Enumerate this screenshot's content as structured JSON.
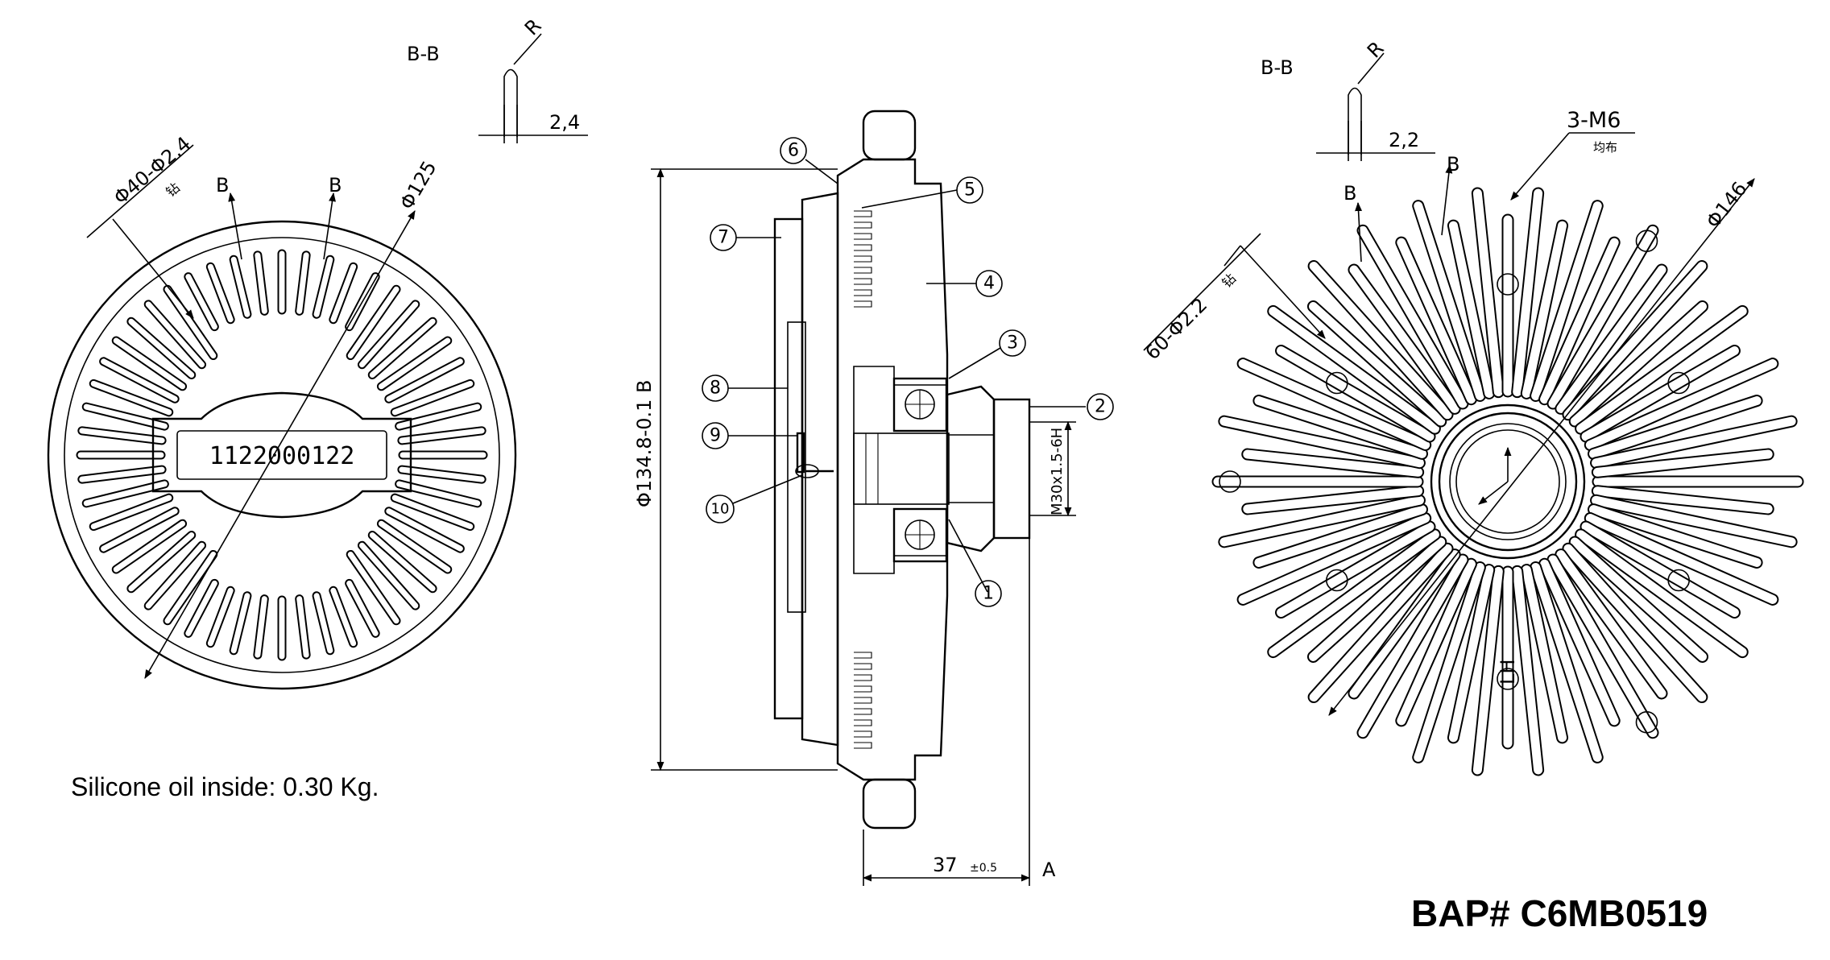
{
  "left_view": {
    "section_label": "B-B",
    "detail_radius": "R",
    "detail_width": "2,4",
    "hole_spec": "Φ40-Φ2.4",
    "hole_suffix": "钻",
    "section_mark_a": "B",
    "section_mark_b": "B",
    "diameter": "Φ125",
    "serial_number": "1122000122"
  },
  "side_view": {
    "overall_diameter": "Φ134.8-0.1 B",
    "depth": "37",
    "depth_tolerance": "±0.5",
    "reference_mark": "A",
    "thread_spec": "M30x1.5-6H",
    "callouts": [
      "1",
      "2",
      "3",
      "4",
      "5",
      "6",
      "7",
      "8",
      "9",
      "10"
    ]
  },
  "right_view": {
    "section_label": "B-B",
    "detail_radius": "R",
    "detail_width": "2,2",
    "tapped_holes": "3-M6",
    "tapped_suffix": "均布",
    "section_mark_a": "B",
    "section_mark_b": "B",
    "hole_spec": "60-Φ2.2",
    "hole_suffix": "钻",
    "diameter": "Φ146",
    "rotation": "LH"
  },
  "notes": {
    "silicone": "Silicone oil inside: 0.30 Kg.",
    "part_number": "BAP# C6MB0519"
  }
}
